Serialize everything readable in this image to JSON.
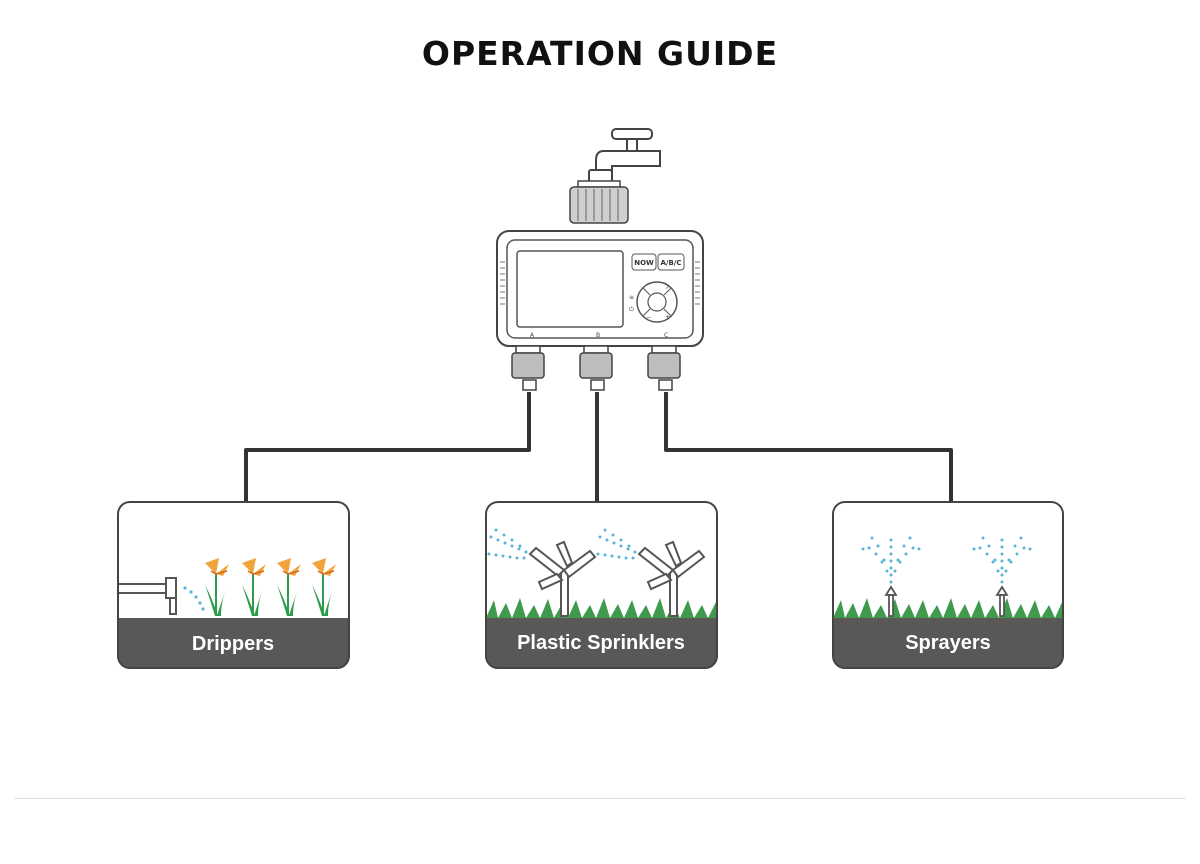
{
  "title": "OPERATION GUIDE",
  "controller": {
    "buttons": {
      "now": "NOW",
      "abc": "A/B/C"
    },
    "outlets": [
      "A",
      "B",
      "C"
    ]
  },
  "panels": [
    {
      "label": "Drippers"
    },
    {
      "label": "Plastic Sprinklers"
    },
    {
      "label": "Sprayers"
    }
  ],
  "colors": {
    "line": "#333333",
    "panel_base": "#5a5757",
    "water": "#5ab4d8",
    "grass": "#2e9b4a",
    "flower": "#f1a43a"
  }
}
